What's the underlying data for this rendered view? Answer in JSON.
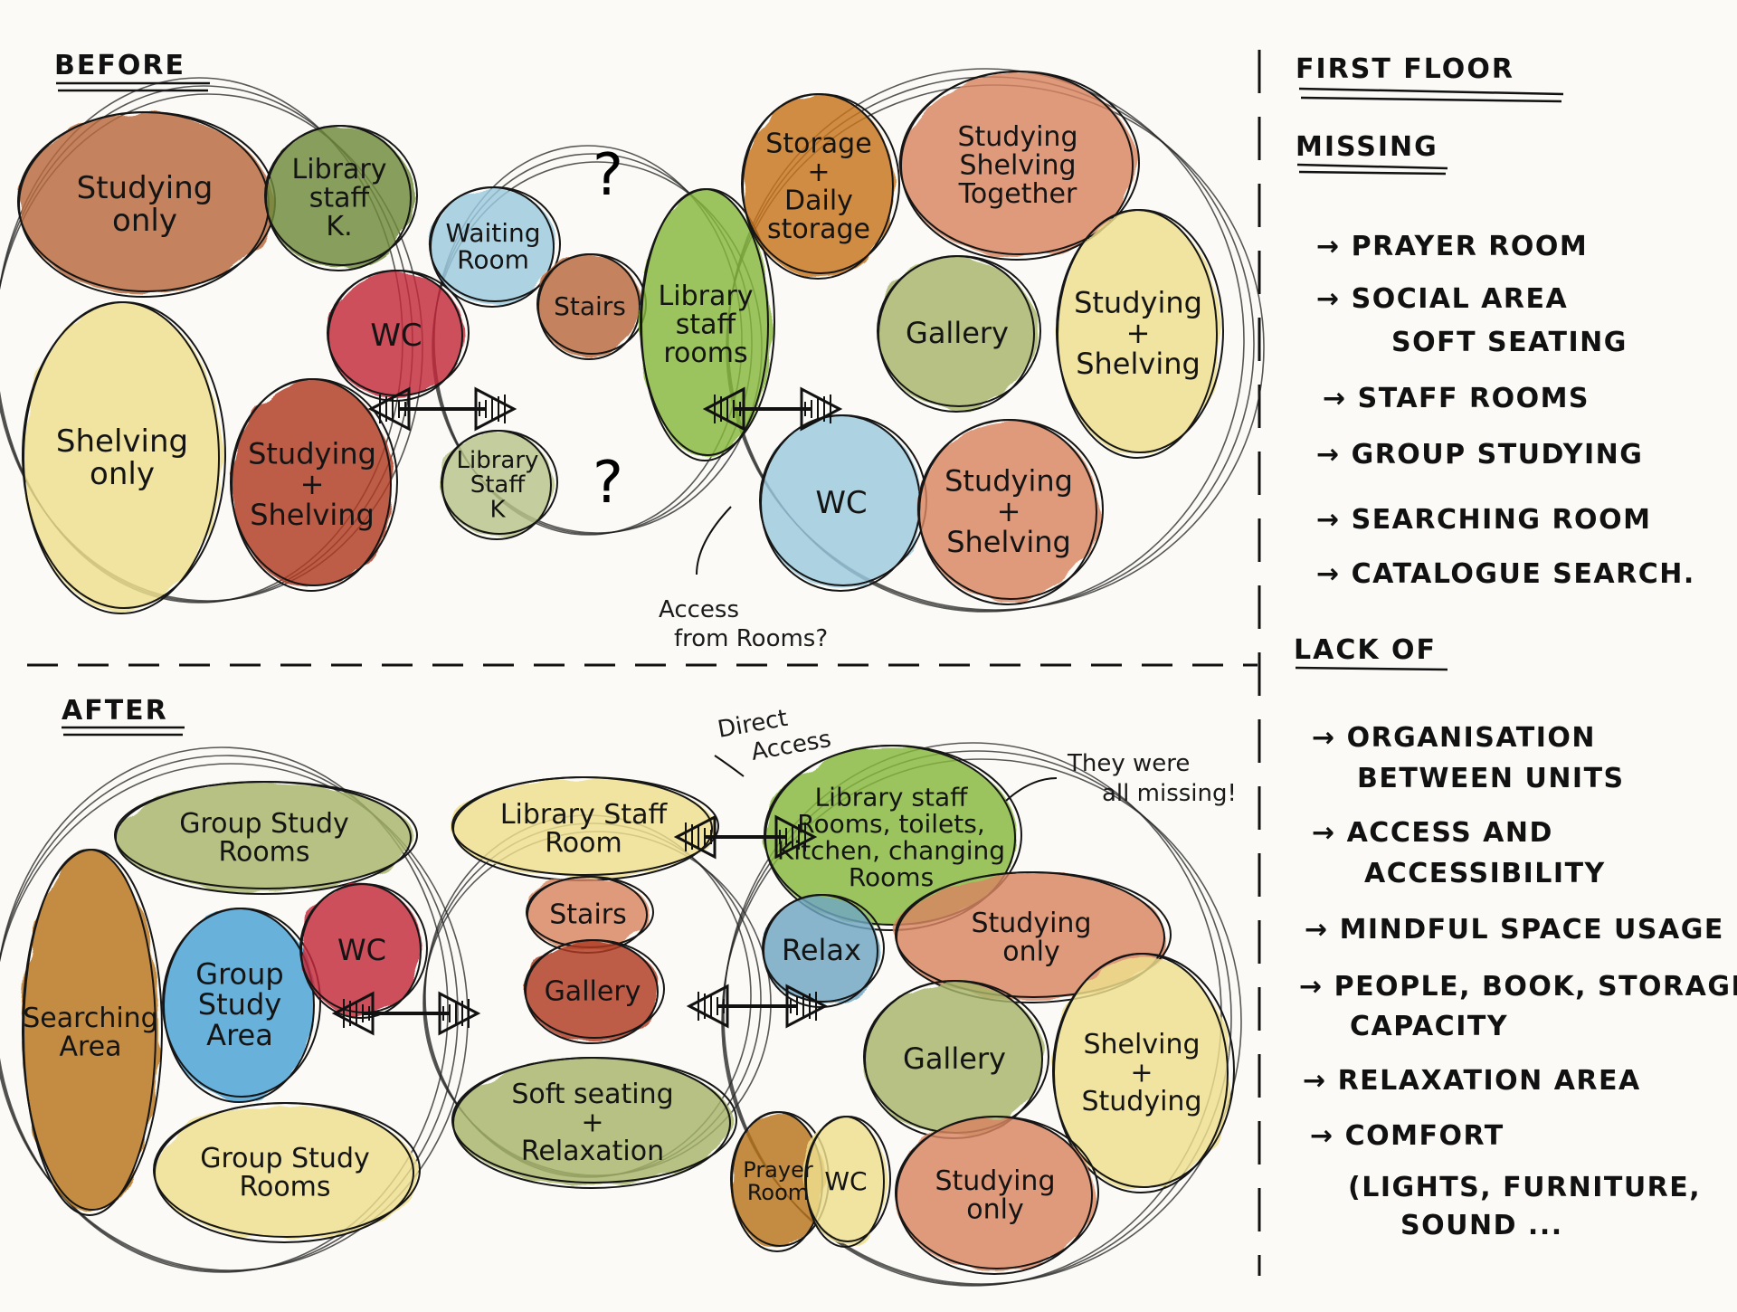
{
  "headings": {
    "before": "BEFORE",
    "after": "AFTER",
    "first_floor": "FIRST FLOOR",
    "missing": "MISSING",
    "lack_of": "LACK OF"
  },
  "colors": {
    "brown": "#b86a3c",
    "olive": "#6f8a3a",
    "light_olive": "#a7b56b",
    "yellow": "#efe08e",
    "red": "#c42a3a",
    "dark_red": "#b03a22",
    "light_blue": "#9ccbe0",
    "blue": "#4aa2d6",
    "orange": "#c9741f",
    "green": "#86b83e",
    "salmon": "#d98562",
    "ochre": "#b8741e",
    "sage": "#b9c48a",
    "steel_blue": "#6fa7c2"
  },
  "before": {
    "rooms": [
      {
        "lines": [
          "Studying",
          "only"
        ]
      },
      {
        "lines": [
          "Library",
          "staff",
          "K."
        ]
      },
      {
        "lines": [
          "Waiting",
          "Room"
        ]
      },
      {
        "lines": [
          "Stairs"
        ]
      },
      {
        "lines": [
          "WC"
        ]
      },
      {
        "lines": [
          "Shelving",
          "only"
        ]
      },
      {
        "lines": [
          "Studying",
          "+",
          "Shelving"
        ]
      },
      {
        "lines": [
          "Library",
          "Staff",
          "K"
        ]
      },
      {
        "lines": [
          "Library",
          "staff",
          "rooms"
        ]
      },
      {
        "lines": [
          "Storage",
          "+",
          "Daily",
          "storage"
        ]
      },
      {
        "lines": [
          "Studying",
          "Shelving",
          "Together"
        ]
      },
      {
        "lines": [
          "Gallery"
        ]
      },
      {
        "lines": [
          "Studying",
          "+",
          "Shelving"
        ]
      },
      {
        "lines": [
          "WC"
        ]
      },
      {
        "lines": [
          "Studying",
          "+",
          "Shelving"
        ]
      }
    ],
    "question_marks": [
      "?",
      "?"
    ],
    "access_note": [
      "Access",
      "from Rooms?"
    ]
  },
  "after": {
    "rooms": [
      {
        "lines": [
          "Group Study",
          "Rooms"
        ]
      },
      {
        "lines": [
          "Searching",
          "Area"
        ]
      },
      {
        "lines": [
          "Group",
          "Study",
          "Area"
        ]
      },
      {
        "lines": [
          "WC"
        ]
      },
      {
        "lines": [
          "Group Study",
          "Rooms"
        ]
      },
      {
        "lines": [
          "Library Staff",
          "Room"
        ]
      },
      {
        "lines": [
          "Stairs"
        ]
      },
      {
        "lines": [
          "Gallery"
        ]
      },
      {
        "lines": [
          "Soft seating",
          "+",
          "Relaxation"
        ]
      },
      {
        "lines": [
          "Library staff",
          "Rooms, toilets,",
          "Kitchen, changing",
          "Rooms"
        ]
      },
      {
        "lines": [
          "Relax"
        ]
      },
      {
        "lines": [
          "Studying",
          "only"
        ]
      },
      {
        "lines": [
          "Gallery"
        ]
      },
      {
        "lines": [
          "Shelving",
          "+",
          "Studying"
        ]
      },
      {
        "lines": [
          "Prayer",
          "Room"
        ]
      },
      {
        "lines": [
          "WC"
        ]
      },
      {
        "lines": [
          "Studying",
          "only"
        ]
      }
    ],
    "direct_access_note": [
      "Direct",
      "Access"
    ],
    "missing_note": [
      "They were",
      "all missing!"
    ]
  },
  "missing_list": [
    [
      "→ PRAYER ROOM"
    ],
    [
      "→ SOCIAL AREA",
      "SOFT SEATING"
    ],
    [
      "→ STAFF ROOMS"
    ],
    [
      "→ GROUP STUDYING"
    ],
    [
      "→ SEARCHING ROOM"
    ],
    [
      "→ CATALOGUE SEARCH."
    ]
  ],
  "lack_of_list": [
    [
      "→ ORGANISATION",
      "BETWEEN UNITS"
    ],
    [
      "→ ACCESS AND",
      "ACCESSIBILITY"
    ],
    [
      "→ MINDFUL SPACE USAGE"
    ],
    [
      "→ PEOPLE, BOOK, STORAGE",
      "CAPACITY"
    ],
    [
      "→ RELAXATION AREA"
    ],
    [
      "→ COMFORT",
      "(LIGHTS, FURNITURE,",
      "SOUND ..."
    ]
  ]
}
